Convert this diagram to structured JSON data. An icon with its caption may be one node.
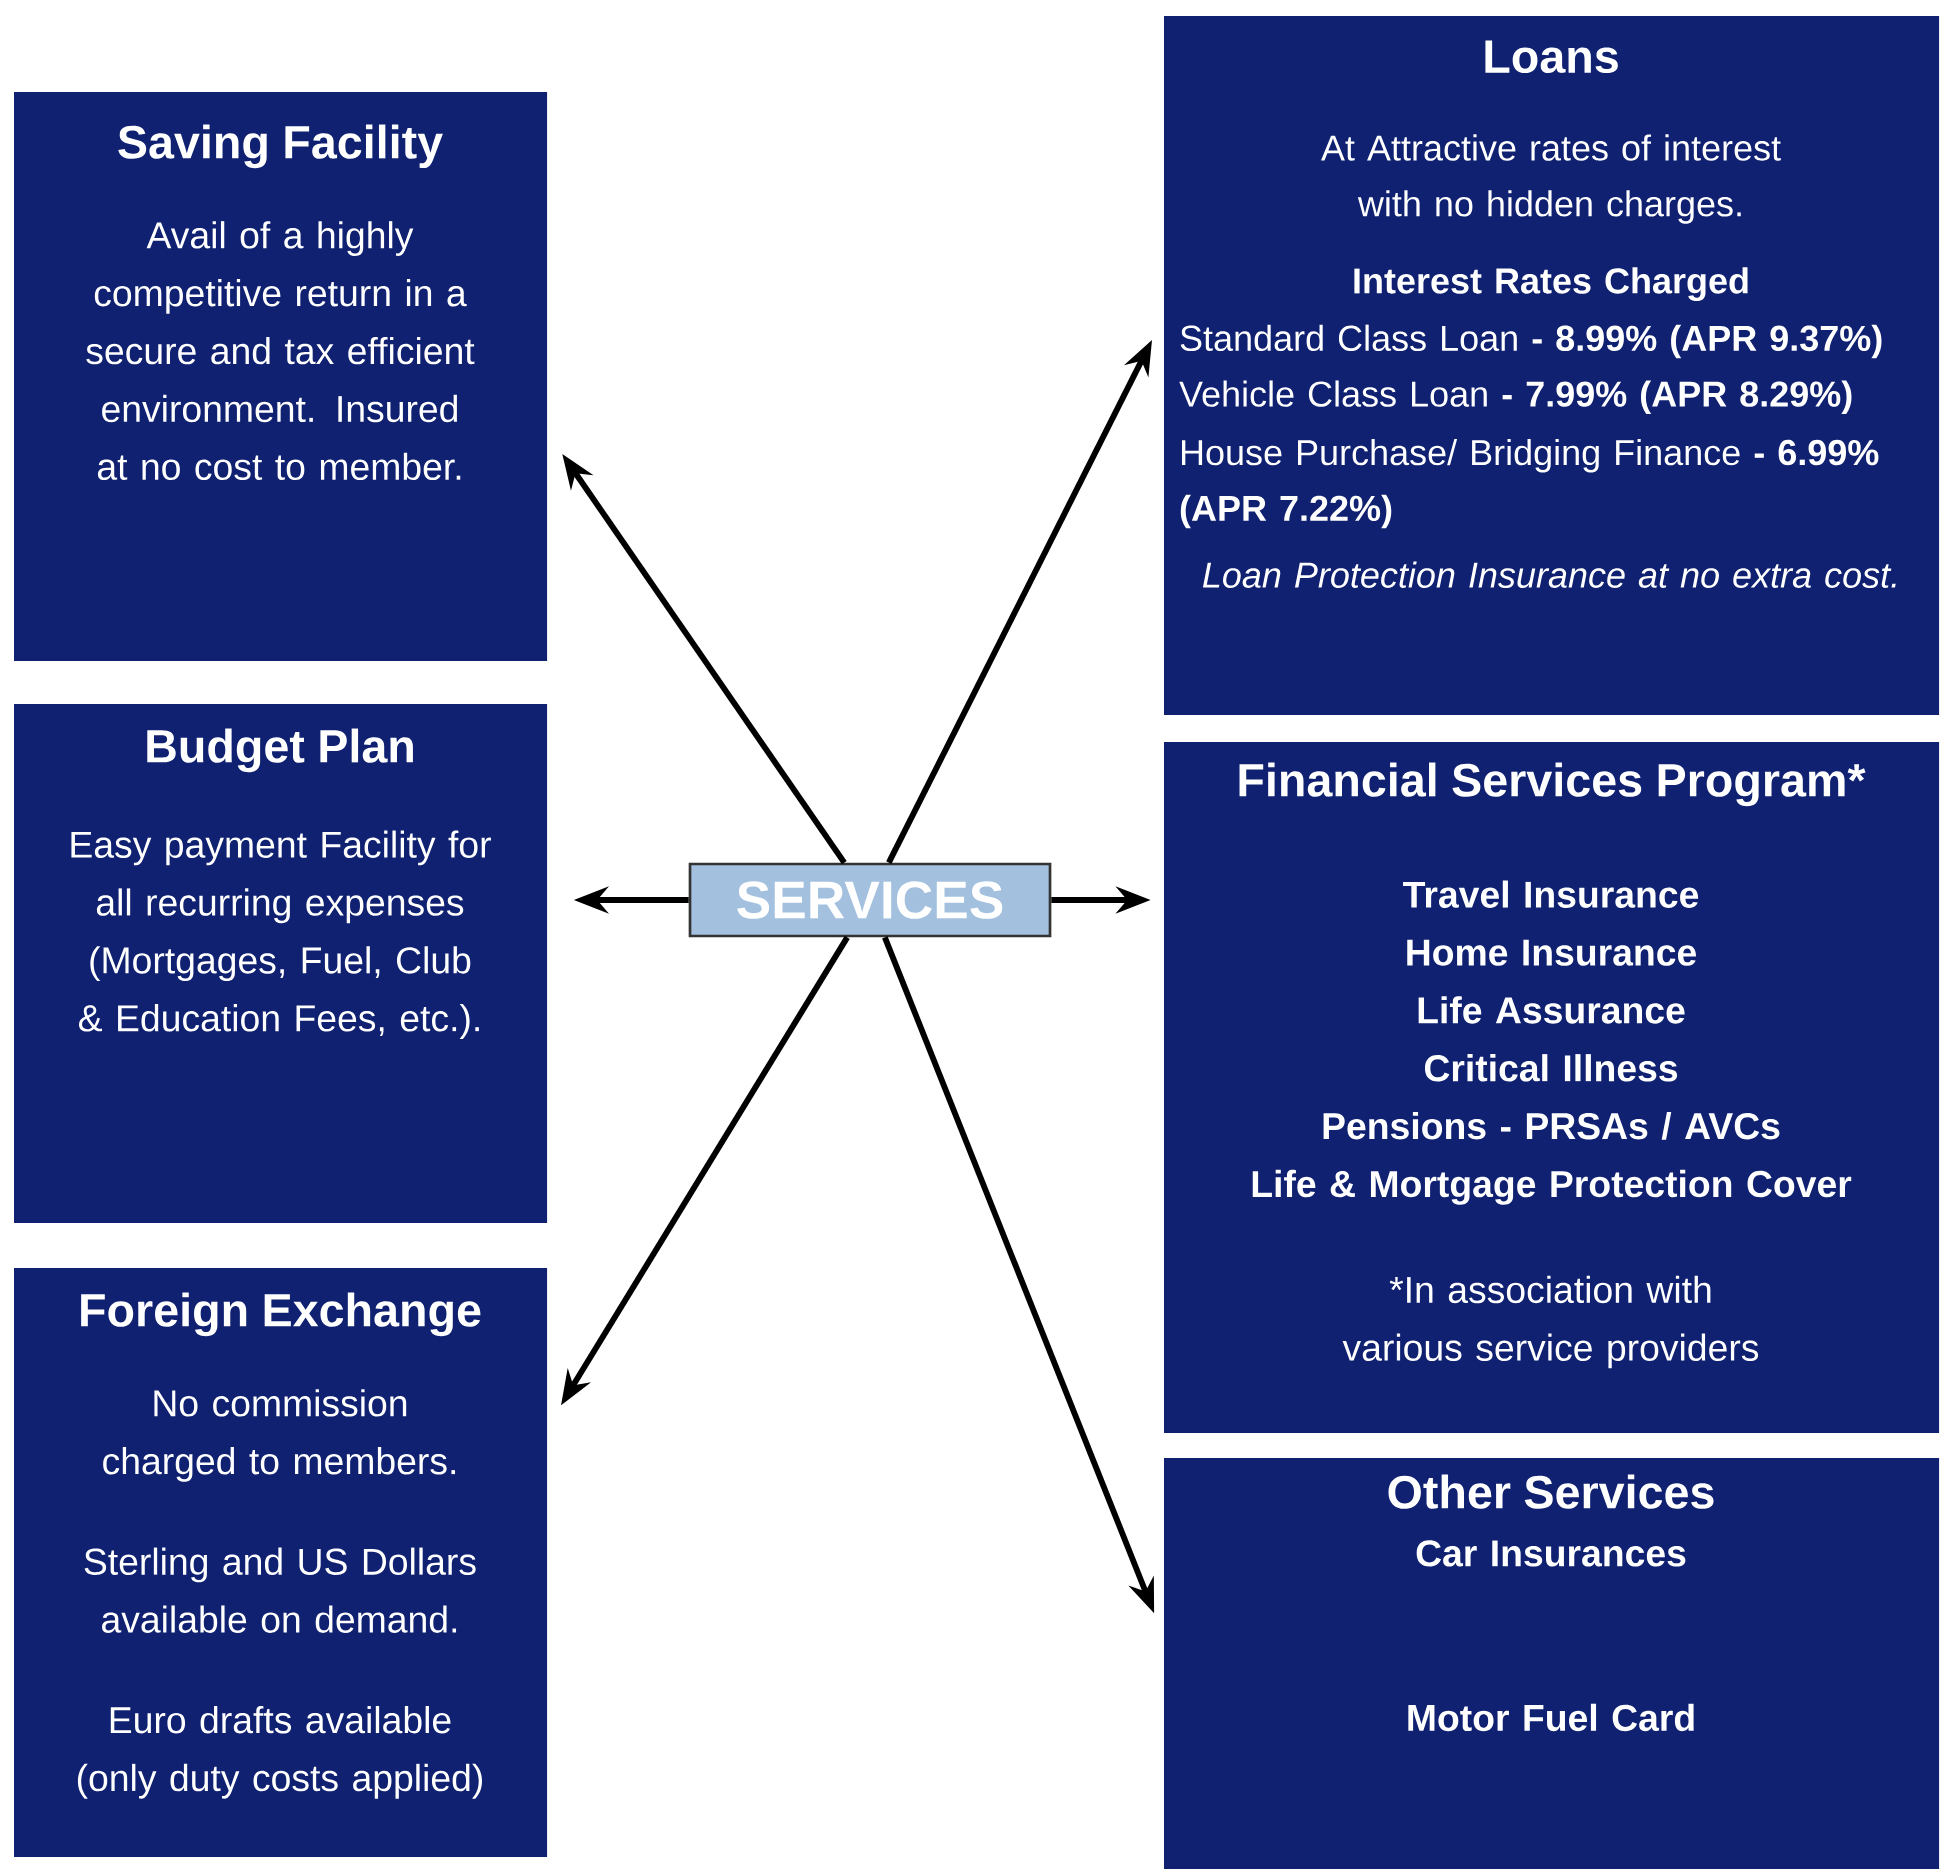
{
  "diagram": {
    "nodes": [
      {
        "text": [
          "Saving Facility",
          "Avail of a highly competitive return in a secure and tax efficient environment. Insured at no cost to member."
        ]
      },
      {
        "text": [
          "Budget Plan",
          "Easy payment Facility for all recurring expenses (Mortgages, Fuel, Club & Education Fees, etc.)."
        ]
      },
      {
        "text": [
          "Foreign Exchange",
          "No commission charged to members.",
          "Sterling and US Dollars available on demand.",
          "Euro drafts available (only duty costs applied)"
        ]
      },
      {
        "text": [
          "Loans",
          "At Attractive rates of interest with no hidden charges.",
          "Interest Rates Charged",
          "Standard Class Loan **- 8.99% (APR 9.37%)**",
          "Vehicle Class Loan **- 7.99%  (APR 8.29%)**",
          "House Purchase/ Bridging Finance **- 6.99% (APR 7.22%)**",
          "Loan Protection Insurance at no extra cost."
        ]
      },
      {
        "text": [
          "Financial Services Program*",
          "Travel Insurance",
          "Home Insurance",
          "Life Assurance",
          "Critical Illness",
          "Pensions - PRSAs / AVCs",
          "Life & Mortgage Protection Cover",
          "*In association with various service providers"
        ]
      },
      {
        "text": [
          "Other Services",
          "Car Insurances",
          "Motor Fuel Card"
        ]
      },
      {
        "text": [
          "SERVICES"
        ]
      }
    ],
    "edges": [
      {
        "from": 6,
        "to": 0,
        "arrow": "to"
      },
      {
        "from": 6,
        "to": 1,
        "arrow": "to"
      },
      {
        "from": 6,
        "to": 2,
        "arrow": "to"
      },
      {
        "from": 6,
        "to": 3,
        "arrow": "to"
      },
      {
        "from": 6,
        "to": 4,
        "arrow": "to"
      },
      {
        "from": 6,
        "to": 5,
        "arrow": "to"
      }
    ]
  }
}
